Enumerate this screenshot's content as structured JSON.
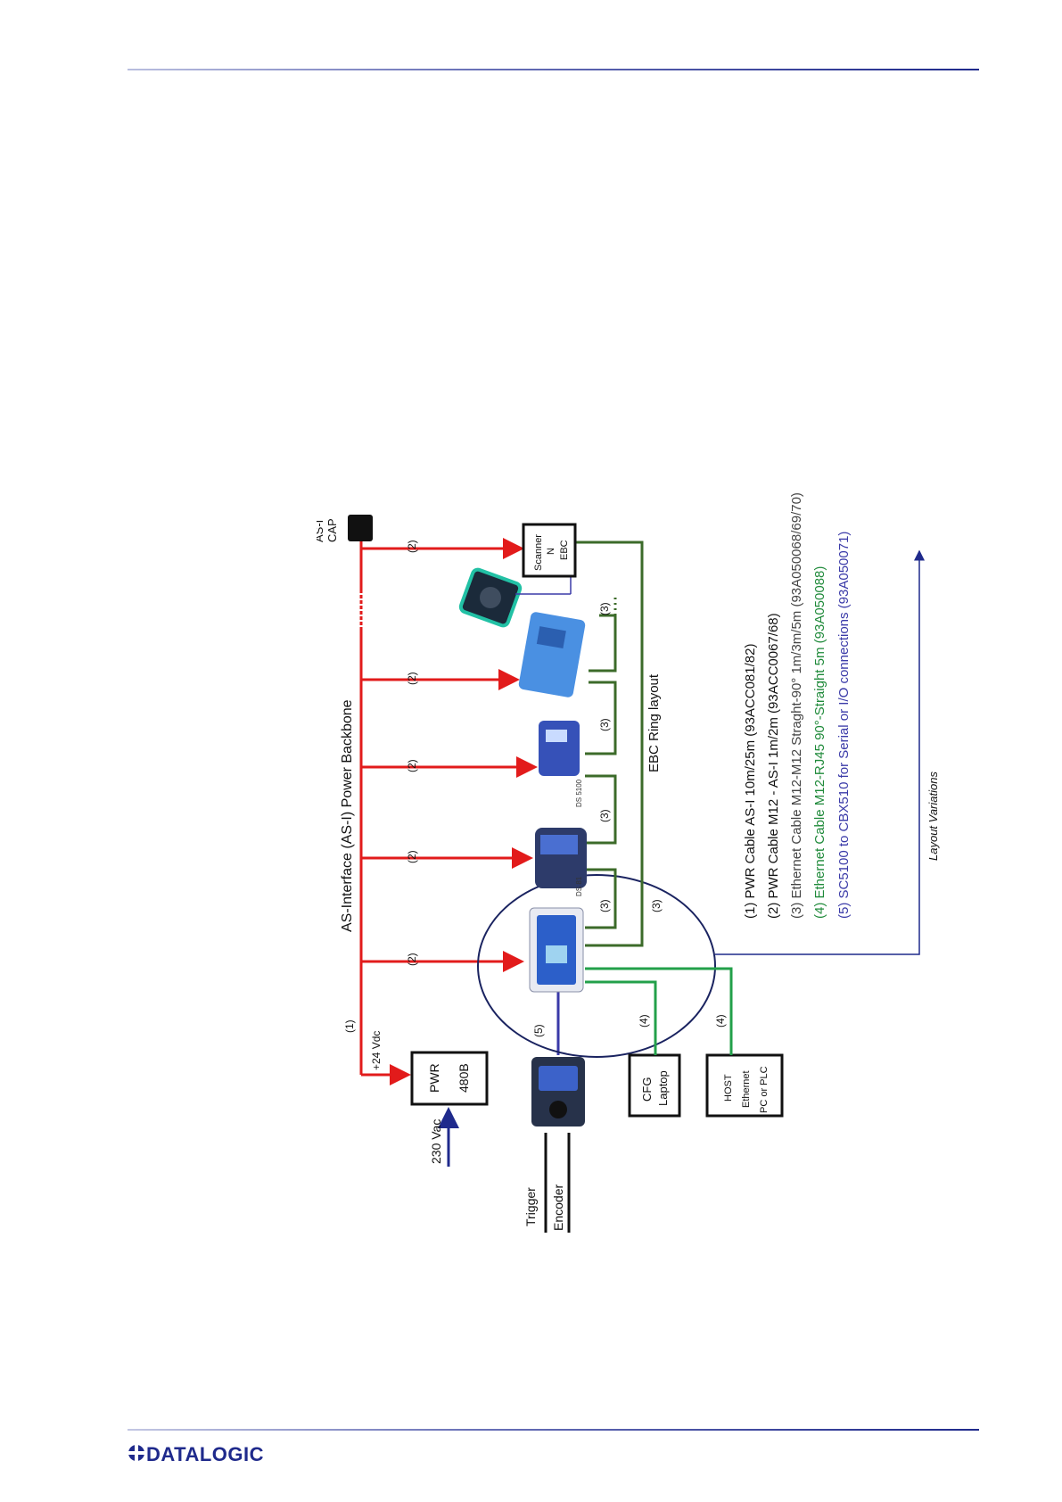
{
  "brand": {
    "name": "DATALOGIC",
    "color": "#1f2a8c"
  },
  "colors": {
    "power": "#e21b1b",
    "ring": "#3c6b2a",
    "ethernet": "#23a04a",
    "serial": "#3a3aa8",
    "text": "#111111",
    "rule": "#1f2a8c"
  },
  "diagram": {
    "backbone_title": "AS-Interface (AS-I) Power Backbone",
    "ring_title": "EBC Ring layout",
    "cap_label_1": "AS-I",
    "cap_label_2": "CAP",
    "psu": {
      "line1": "PWR",
      "line2": "480B"
    },
    "psu_output": "+24 Vdc",
    "mains": "230 Vac",
    "cfg": {
      "line1": "CFG",
      "line2": "Laptop"
    },
    "host": {
      "line1": "HOST",
      "line2": "Ethernet",
      "line3": "PC or PLC"
    },
    "scanner_box": {
      "line1": "Scanner",
      "line2": "N",
      "line3": "EBC"
    },
    "trigger": "Trigger",
    "encoder": "Encoder",
    "device_labels": {
      "ds8100": "DS 81",
      "ds5100": "DS 5100"
    },
    "markers": {
      "m1": "(1)",
      "m2": "(2)",
      "m3": "(3)",
      "m4": "(4)",
      "m5": "(5)"
    },
    "layout_variations": "Layout Variations"
  },
  "legend": [
    {
      "text": "(1) PWR Cable AS-I 10m/25m (93ACC081/82)",
      "color": "#111111"
    },
    {
      "text": "(2) PWR Cable M12 - AS-I 1m/2m (93ACC0067/68)",
      "color": "#111111"
    },
    {
      "text": "(3) Ethernet Cable M12-M12 Straght-90° 1m/3m/5m (93A050068/69/70)",
      "color": "#444444"
    },
    {
      "text": "(4) Ethernet Cable M12-RJ45 90°-Straight 5m (93A050088)",
      "color": "#1f8a3a"
    },
    {
      "text": "(5) SC5100 to CBX510 for Serial or I/O connections (93A050071)",
      "color": "#3a3aa8"
    }
  ]
}
